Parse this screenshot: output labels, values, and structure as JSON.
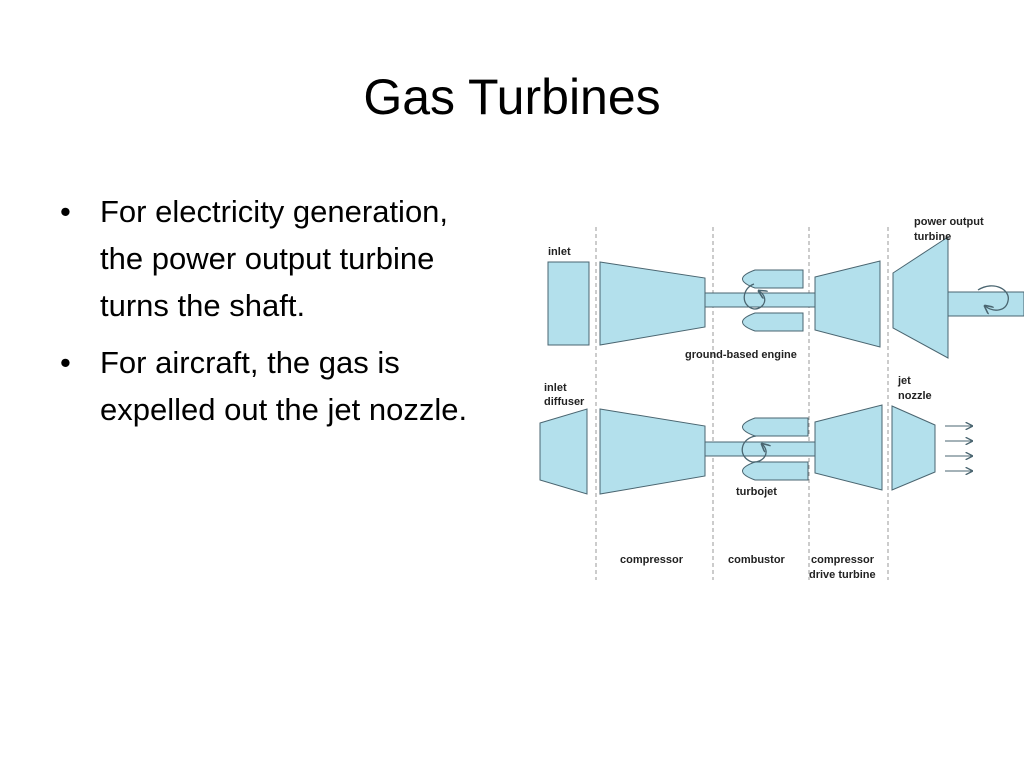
{
  "slide": {
    "title": "Gas Turbines",
    "bullets": [
      "For electricity generation, the power output turbine turns the shaft.",
      "For aircraft, the gas is expelled out the jet nozzle."
    ]
  },
  "diagram": {
    "colors": {
      "fill": "#b3e0ec",
      "stroke": "#4a6570",
      "divider": "#999999",
      "text": "#222222"
    },
    "labels": {
      "inlet": "inlet",
      "power_output_line1": "power output",
      "power_output_line2": "turbine",
      "ground_engine": "ground-based engine",
      "inlet_diffuser_line1": "inlet",
      "inlet_diffuser_line2": "diffuser",
      "jet_nozzle_line1": "jet",
      "jet_nozzle_line2": "nozzle",
      "turbojet": "turbojet",
      "compressor": "compressor",
      "combustor": "combustor",
      "drive_turbine_line1": "compressor",
      "drive_turbine_line2": "drive turbine"
    }
  }
}
